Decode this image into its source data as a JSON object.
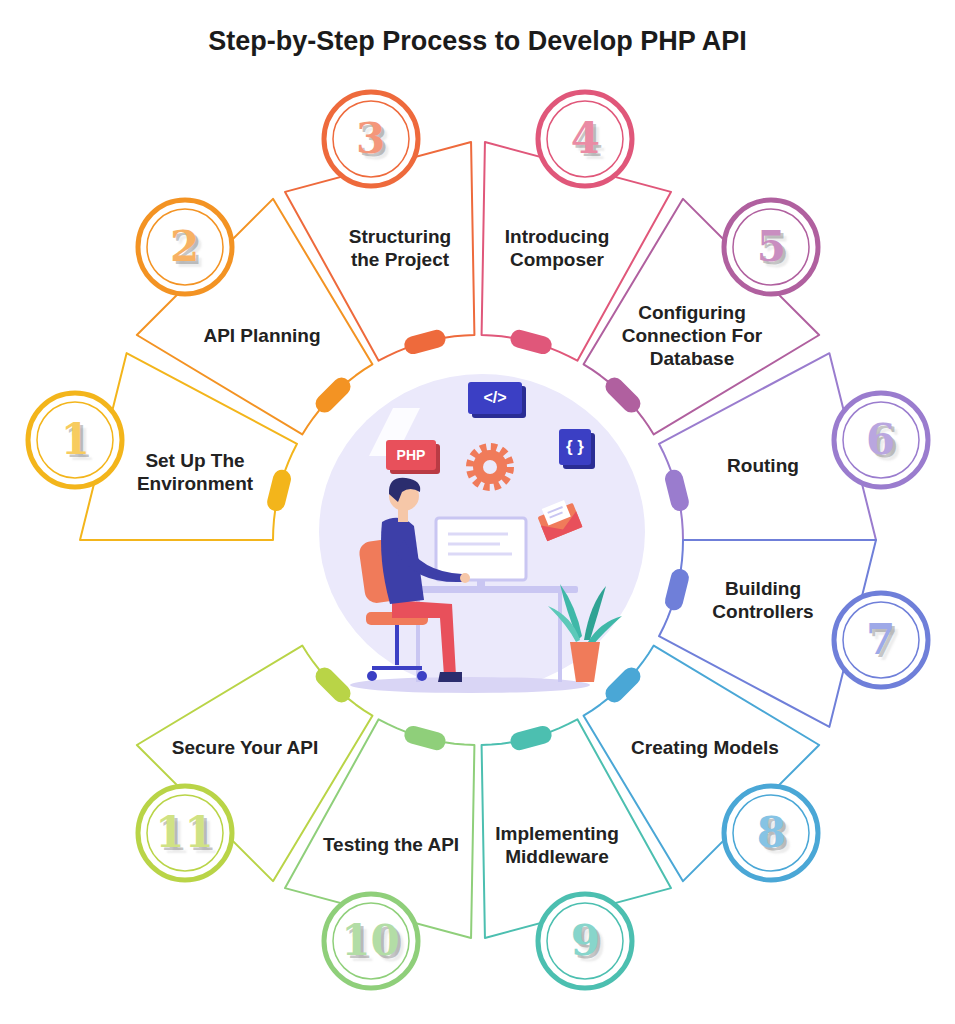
{
  "diagram": {
    "title": "Step-by-Step Process to Develop PHP API",
    "nodes": [
      {
        "text": [
          "Set Up The Environment"
        ]
      },
      {
        "text": [
          "1"
        ],
        "in": 0
      },
      {
        "text": [
          "API Planning"
        ]
      },
      {
        "text": [
          "2"
        ],
        "in": 2
      },
      {
        "text": [
          "Structuring the Project"
        ]
      },
      {
        "text": [
          "3"
        ],
        "in": 4
      },
      {
        "text": [
          "Introducing Composer"
        ]
      },
      {
        "text": [
          "4"
        ],
        "in": 6
      },
      {
        "text": [
          "Configuring Connection For Database"
        ]
      },
      {
        "text": [
          "5"
        ],
        "in": 8
      },
      {
        "text": [
          "Routing"
        ]
      },
      {
        "text": [
          "6"
        ],
        "in": 10
      },
      {
        "text": [
          "Building Controllers"
        ]
      },
      {
        "text": [
          "7"
        ],
        "in": 12
      },
      {
        "text": [
          "Creating Models"
        ]
      },
      {
        "text": [
          "8"
        ],
        "in": 14
      },
      {
        "text": [
          "Implementing Middleware"
        ]
      },
      {
        "text": [
          "9"
        ],
        "in": 16
      },
      {
        "text": [
          "Testing the API"
        ]
      },
      {
        "text": [
          "10"
        ],
        "in": 18
      },
      {
        "text": [
          "Secure Your API"
        ]
      },
      {
        "text": [
          "11"
        ],
        "in": 20
      }
    ],
    "labels": [
      "PHP",
      "</>",
      "{ }"
    ]
  }
}
